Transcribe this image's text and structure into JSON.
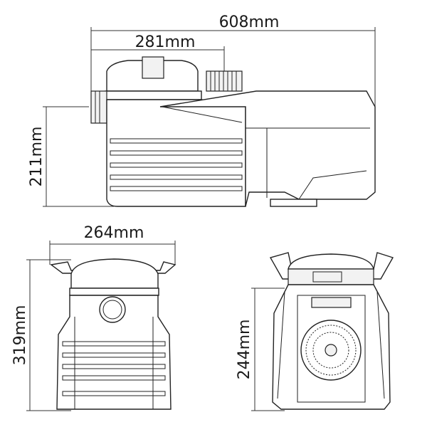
{
  "title": "Pool pump dimension drawing",
  "dimensions": {
    "overall_length": "608mm",
    "inlet_to_outlet": "281mm",
    "side_height": "211mm",
    "front_width": "264mm",
    "front_height": "319mm",
    "rear_height": "244mm"
  }
}
